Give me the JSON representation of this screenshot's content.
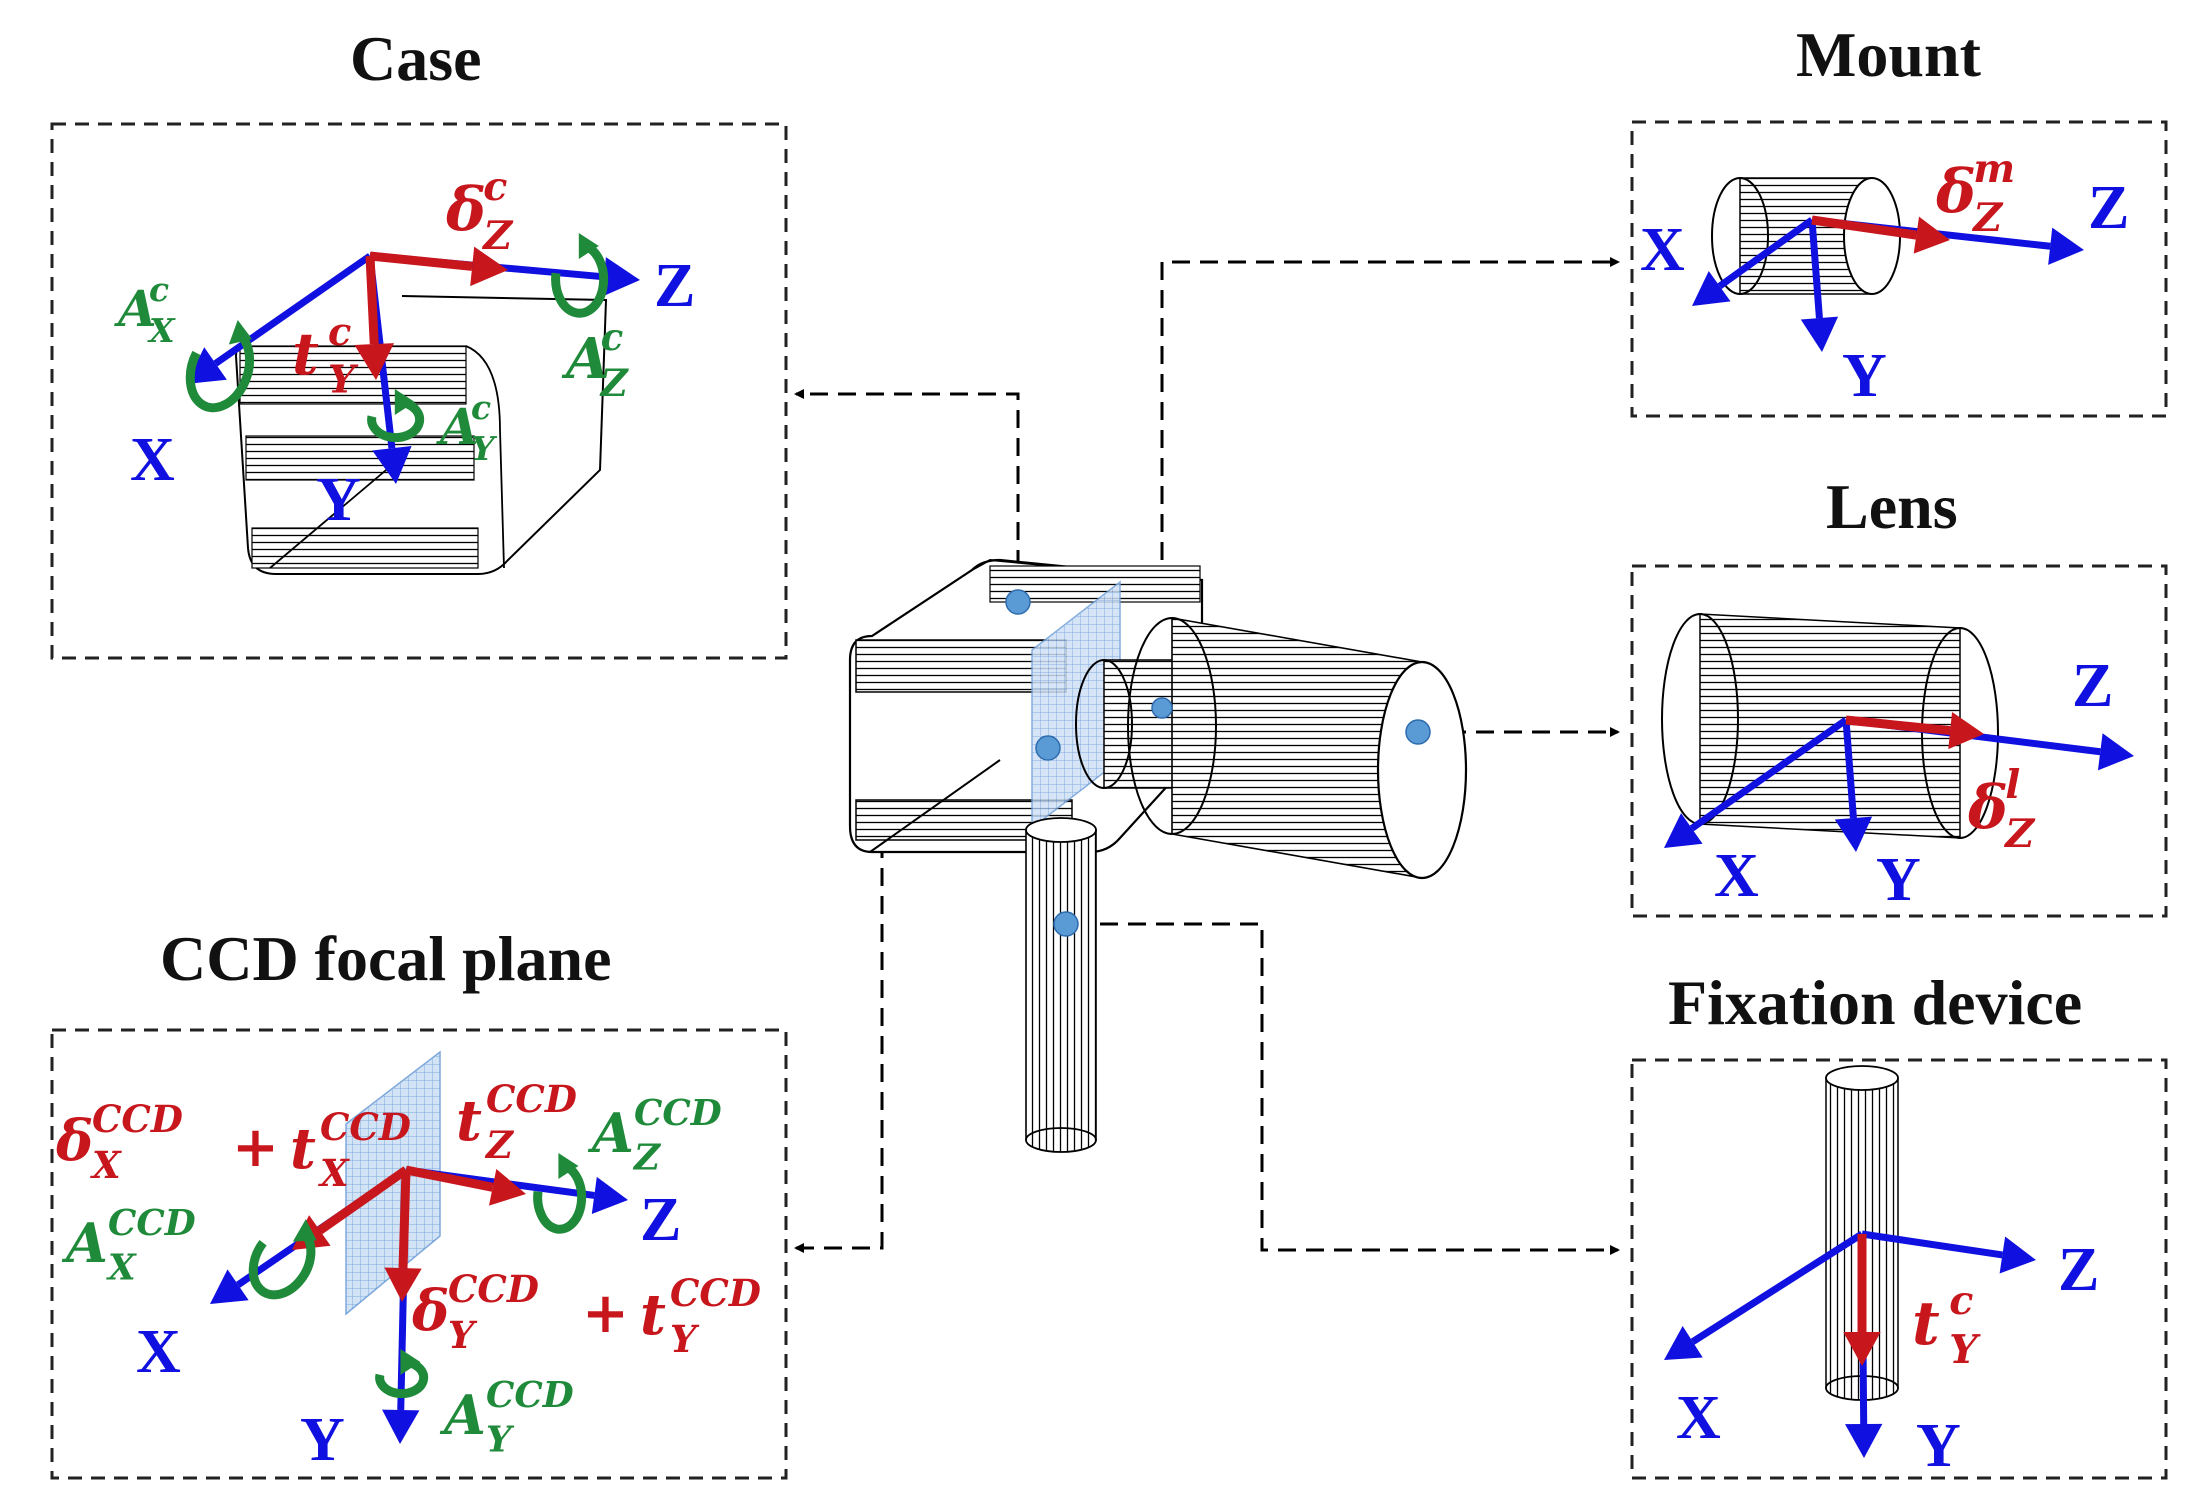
{
  "titles": {
    "case": "Case",
    "mount": "Mount",
    "lens": "Lens",
    "ccd": "CCD focal plane",
    "fixation": "Fixation device"
  },
  "axes": {
    "x": "X",
    "y": "Y",
    "z": "Z"
  },
  "case_labels": {
    "delta_z": {
      "sym": "δ",
      "sup": "c",
      "sub": "Z"
    },
    "t_y": {
      "sym": "t",
      "sup": "c",
      "sub": "Y"
    },
    "a_x": {
      "sym": "A",
      "sup": "c",
      "sub": "X"
    },
    "a_z": {
      "sym": "A",
      "sup": "c",
      "sub": "Z"
    },
    "a_y": {
      "sym": "A",
      "sup": "c",
      "sub": "Y"
    }
  },
  "mount_labels": {
    "delta_z": {
      "sym": "δ",
      "sup": "m",
      "sub": "Z"
    }
  },
  "lens_labels": {
    "delta_z": {
      "sym": "δ",
      "sup": "l",
      "sub": "Z"
    }
  },
  "ccd_labels": {
    "delta_x": {
      "sym": "δ",
      "sup": "CCD",
      "sub": "X"
    },
    "plus": "+",
    "t_x": {
      "sym": "t",
      "sup": "CCD",
      "sub": "X"
    },
    "t_z": {
      "sym": "t",
      "sup": "CCD",
      "sub": "Z"
    },
    "a_z": {
      "sym": "A",
      "sup": "CCD",
      "sub": "Z"
    },
    "a_x": {
      "sym": "A",
      "sup": "CCD",
      "sub": "X"
    },
    "delta_y": {
      "sym": "δ",
      "sup": "CCD",
      "sub": "Y"
    },
    "t_y": {
      "sym": "t",
      "sup": "CCD",
      "sub": "Y"
    },
    "a_y": {
      "sym": "A",
      "sup": "CCD",
      "sub": "Y"
    }
  },
  "fixation_labels": {
    "t_y": {
      "sym": "t",
      "sup": "c",
      "sub": "Y"
    }
  },
  "colors": {
    "axis_blue": "#1010e0",
    "translation_red": "#c8161d",
    "rotation_green": "#1f8a3a",
    "ccd_blue": "#8fb8e8",
    "point_blue": "#5b9bd5"
  }
}
